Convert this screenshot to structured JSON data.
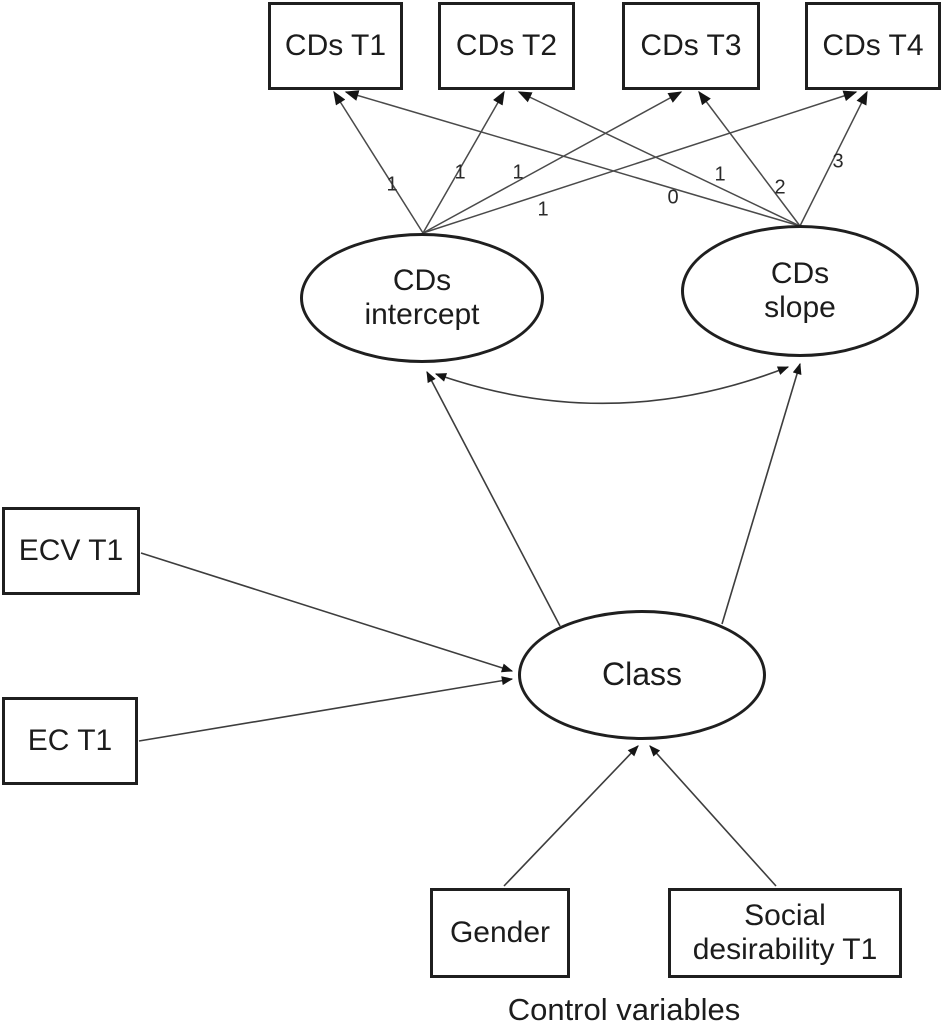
{
  "diagram": {
    "caption": "Control variables",
    "nodes": {
      "cds_t1": "CDs T1",
      "cds_t2": "CDs T2",
      "cds_t3": "CDs T3",
      "cds_t4": "CDs T4",
      "intercept": "CDs\nintercept",
      "slope": "CDs\nslope",
      "class_latent": "Class",
      "ecv_t1": "ECV T1",
      "ec_t1": "EC T1",
      "gender": "Gender",
      "social_desirability": "Social\ndesirability T1"
    },
    "loadings": {
      "intercept": [
        "1",
        "1",
        "1",
        "1"
      ],
      "slope": [
        "0",
        "1",
        "2",
        "3"
      ]
    },
    "colors": {
      "background": "#ffffff",
      "border": "#1f1f1f",
      "line": "#474747",
      "arrowhead": "#151515",
      "text": "#1c1c1c"
    }
  }
}
